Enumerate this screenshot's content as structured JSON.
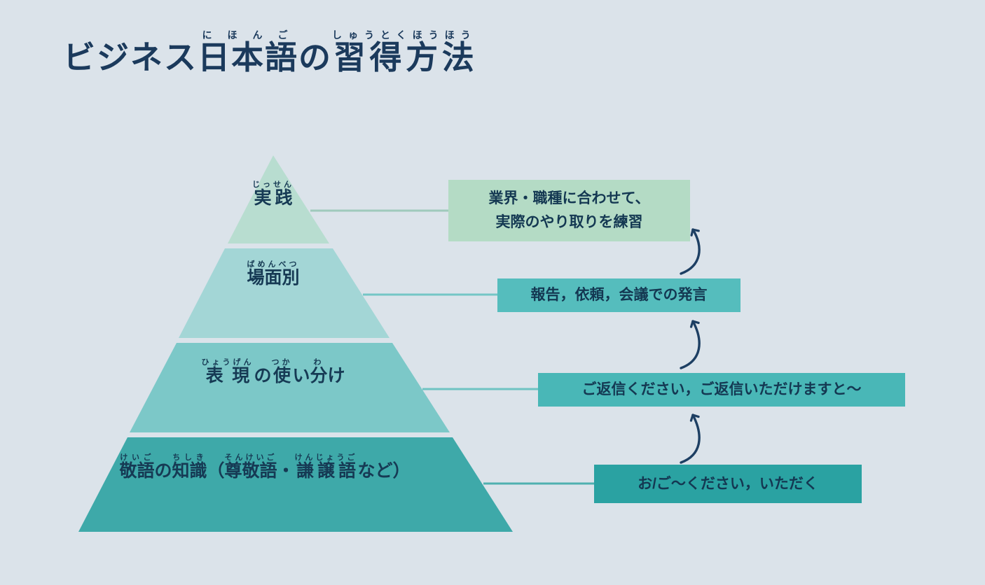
{
  "page": {
    "background_color": "#dbe3ea",
    "title_color": "#1b3a5c",
    "arrow_color": "#1d3f63"
  },
  "title": {
    "segments": [
      {
        "base": "ビジネス",
        "ruby": ""
      },
      {
        "base": "日本語",
        "ruby": "にほんご"
      },
      {
        "base": "の",
        "ruby": ""
      },
      {
        "base": "習得方法",
        "ruby": "しゅうとくほうほう"
      }
    ]
  },
  "pyramid": {
    "levels": [
      {
        "id": "jissen",
        "color": "#b8ddd0",
        "segments": [
          {
            "base": "実践",
            "ruby": "じっせん"
          }
        ]
      },
      {
        "id": "bamenbetsu",
        "color": "#a3d6d6",
        "segments": [
          {
            "base": "場面別",
            "ruby": "ばめんべつ"
          }
        ]
      },
      {
        "id": "hyougen-tsukaiwake",
        "color": "#7cc8c8",
        "segments": [
          {
            "base": "表現",
            "ruby": "ひょうげん"
          },
          {
            "base": "の",
            "ruby": ""
          },
          {
            "base": "使",
            "ruby": "つか"
          },
          {
            "base": "い",
            "ruby": ""
          },
          {
            "base": "分",
            "ruby": "わ"
          },
          {
            "base": "け",
            "ruby": ""
          }
        ]
      },
      {
        "id": "keigo-chishiki",
        "color": "#3ea9a9",
        "segments": [
          {
            "base": "敬語",
            "ruby": "けいご"
          },
          {
            "base": "の",
            "ruby": ""
          },
          {
            "base": "知識",
            "ruby": "ちしき"
          },
          {
            "base": "（",
            "ruby": ""
          },
          {
            "base": "尊敬語",
            "ruby": "そんけいご"
          },
          {
            "base": "・",
            "ruby": ""
          },
          {
            "base": "謙譲語",
            "ruby": "けんじょうご"
          },
          {
            "base": "など）",
            "ruby": ""
          }
        ]
      }
    ]
  },
  "callouts": [
    {
      "color": "#b4dbc5",
      "lines": [
        "業界・職種に合わせて、",
        "実際のやり取りを練習"
      ]
    },
    {
      "color": "#55bdbd",
      "text": "報告，依頼，会議での発言"
    },
    {
      "color": "#49b7b7",
      "text": "ご返信ください，ご返信いただけますと〜"
    },
    {
      "color": "#2aa2a2",
      "text": "お/ご〜ください，いただく"
    }
  ]
}
